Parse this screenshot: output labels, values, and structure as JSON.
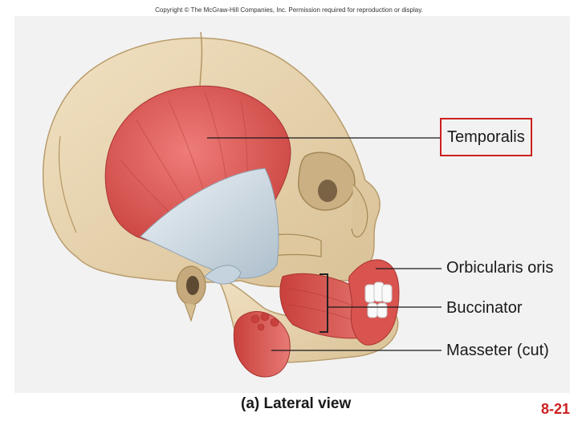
{
  "copyright": "Copyright © The McGraw-Hill Companies, Inc. Permission required for reproduction or display.",
  "labels": {
    "temporalis": "Temporalis",
    "orbicularis_oris": "Orbicularis oris",
    "buccinator": "Buccinator",
    "masseter": "Masseter (cut)"
  },
  "caption": "(a) Lateral view",
  "slide_number": "8-21",
  "colors": {
    "bone": "#e8d5b0",
    "muscle": "#d9534f",
    "tendon": "#c9d6df",
    "highlight": "#cc1f1f",
    "slide_number": "#cc1f1f"
  }
}
